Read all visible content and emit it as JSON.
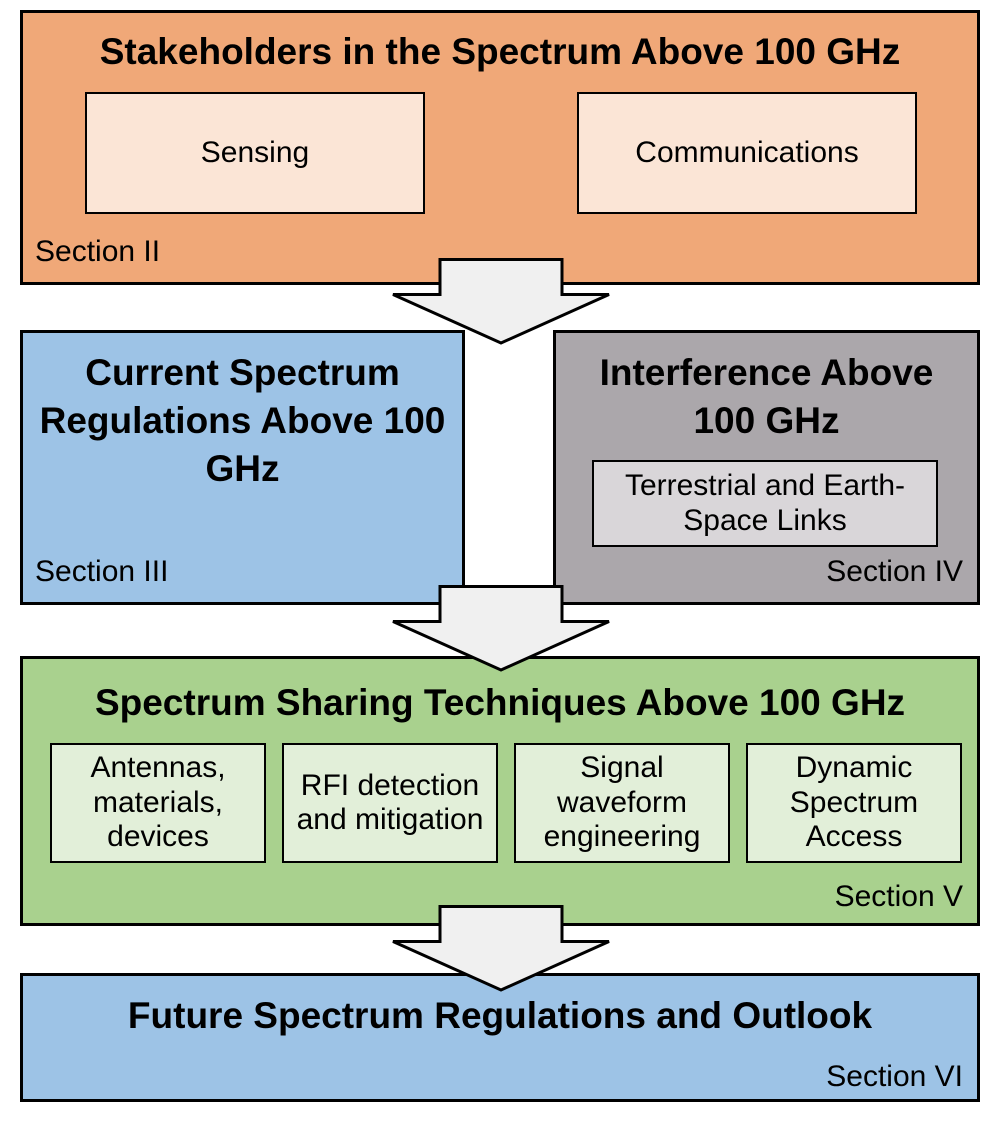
{
  "diagram_title": "Paper section structure flow diagram",
  "colors": {
    "outline": "#000000",
    "stakeholders-bg": "#F0A878",
    "stakeholders-item-bg": "#FBE5D6",
    "regulations-bg": "#9DC3E6",
    "interference-bg": "#ABA7AB",
    "interference-item-bg": "#D9D6D9",
    "sharing-bg": "#A9D18E",
    "sharing-item-bg": "#E2EFD9",
    "future-bg": "#9DC3E6",
    "arrow-fill": "#F0F0F0"
  },
  "sections": {
    "stakeholders": {
      "title": "Stakeholders in the Spectrum Above 100 GHz",
      "items": [
        "Sensing",
        "Communications"
      ],
      "label": "Section II"
    },
    "regulations": {
      "title": "Current Spectrum Regulations Above 100 GHz",
      "label": "Section III"
    },
    "interference": {
      "title": "Interference Above 100 GHz",
      "items": [
        "Terrestrial and Earth-Space Links"
      ],
      "label": "Section IV"
    },
    "sharing": {
      "title": "Spectrum Sharing Techniques Above 100 GHz",
      "items": [
        "Antennas, materials, devices",
        "RFI detection and mitigation",
        "Signal waveform engineering",
        "Dynamic Spectrum Access"
      ],
      "label": "Section V"
    },
    "future": {
      "title": "Future Spectrum Regulations and Outlook",
      "label": "Section VI"
    }
  }
}
